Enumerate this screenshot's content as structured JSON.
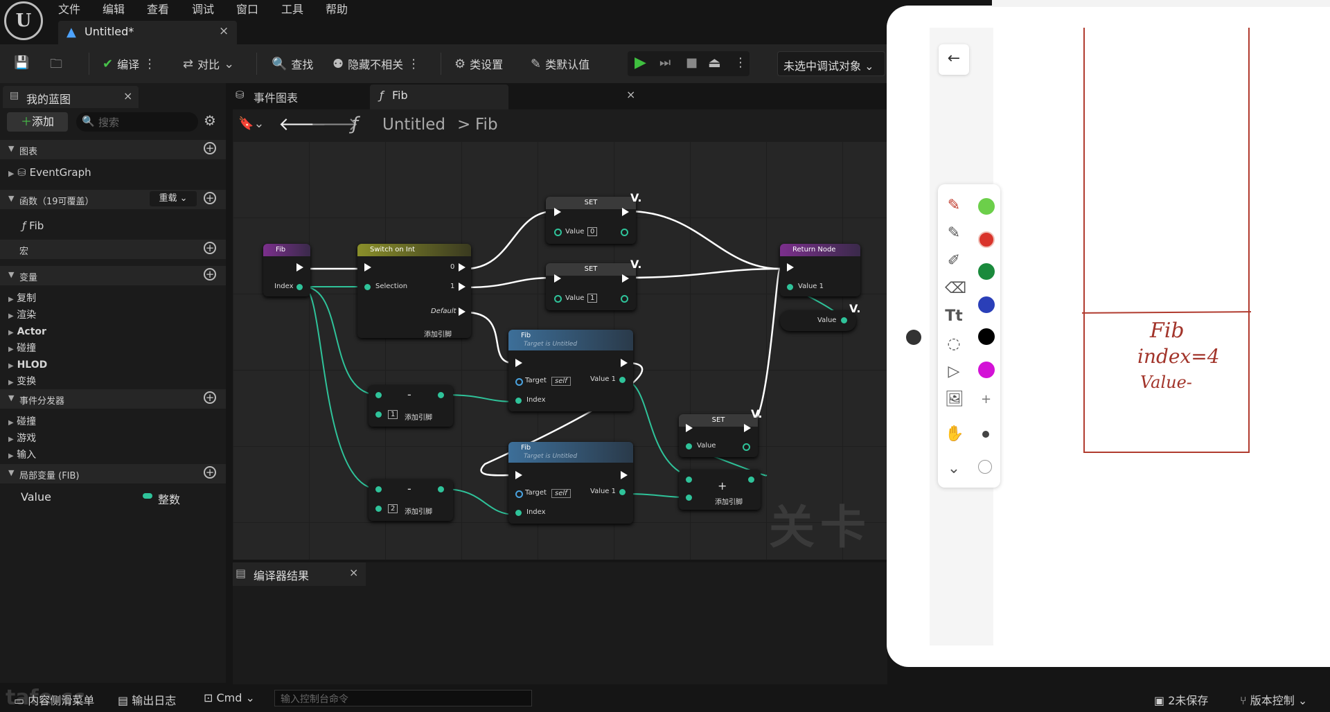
{
  "menu": [
    "文件",
    "编辑",
    "查看",
    "调试",
    "窗口",
    "工具",
    "帮助"
  ],
  "document_tab": {
    "title": "Untitled*",
    "close": "×"
  },
  "toolbar": {
    "compile": "编译",
    "diff": "对比",
    "find": "查找",
    "hide_unrelated": "隐藏不相关",
    "class_settings": "类设置",
    "class_defaults": "类默认值",
    "debug_target": "未选中调试对象"
  },
  "left_panel": {
    "tab_title": "我的蓝图",
    "close": "×",
    "add_button": "添加",
    "search_placeholder": "搜索",
    "graphs_label": "图表",
    "event_graph": "EventGraph",
    "functions_label": "函数（19可覆盖）",
    "override_button": "重载",
    "function_fib": "Fib",
    "macros_label": "宏",
    "variables_label": "变量",
    "variable_groups": [
      "复制",
      "渲染",
      "Actor",
      "碰撞",
      "HLOD",
      "变换"
    ],
    "dispatchers_label": "事件分发器",
    "dispatcher_groups": [
      "碰撞",
      "游戏",
      "输入"
    ],
    "locals_label": "局部变量 (FIB)",
    "local_var_name": "Value",
    "local_var_type": "整数"
  },
  "graph_tabs": {
    "event_graph": "事件图表",
    "fib": "Fib",
    "close": "×"
  },
  "breadcrumb": {
    "root": "Untitled",
    "sep": ">",
    "current": "Fib"
  },
  "nodes": {
    "entry": {
      "title": "Fib",
      "pin": "Index"
    },
    "switch": {
      "title": "Switch on Int",
      "selection": "Selection",
      "out0": "0",
      "out1": "1",
      "default": "Default",
      "add_pin": "添加引脚"
    },
    "set0": {
      "title": "SET",
      "pin": "Value",
      "literal": "0"
    },
    "set1": {
      "title": "SET",
      "pin": "Value",
      "literal": "1"
    },
    "fib_a": {
      "title": "Fib",
      "subtitle": "Target is Untitled",
      "target": "Target",
      "self": "self",
      "index": "Index",
      "value1": "Value 1"
    },
    "fib_b": {
      "title": "Fib",
      "subtitle": "Target is Untitled",
      "target": "Target",
      "self": "self",
      "index": "Index",
      "value1": "Value 1"
    },
    "minus1": {
      "op": "-",
      "literal": "1",
      "add_pin": "添加引脚"
    },
    "minus2": {
      "op": "-",
      "literal": "2",
      "add_pin": "添加引脚"
    },
    "set_sum": {
      "title": "SET",
      "pin": "Value"
    },
    "plus": {
      "op": "+",
      "add_pin": "添加引脚"
    },
    "return": {
      "title": "Return Node",
      "pin": "Value 1"
    },
    "get_value": {
      "pin": "Value"
    }
  },
  "watermark": "关卡",
  "compiler_tab": {
    "title": "编译器结果",
    "close": "×"
  },
  "statusbar": {
    "content_drawer": "内容侧滑菜单",
    "output_log": "输出日志",
    "cmd": "Cmd",
    "console_placeholder": "输入控制台命令",
    "unsaved": "2未保存",
    "source_control": "版本控制",
    "corner_watermark": "tafe.cc"
  },
  "drawing_app": {
    "back": "←",
    "colors": [
      "#6ccf4a",
      "#d9342b",
      "#1a8a3c",
      "#2a3fb8",
      "#000000",
      "#d312d6"
    ],
    "handwriting": [
      "Fib",
      "index=4",
      "Value-"
    ]
  }
}
